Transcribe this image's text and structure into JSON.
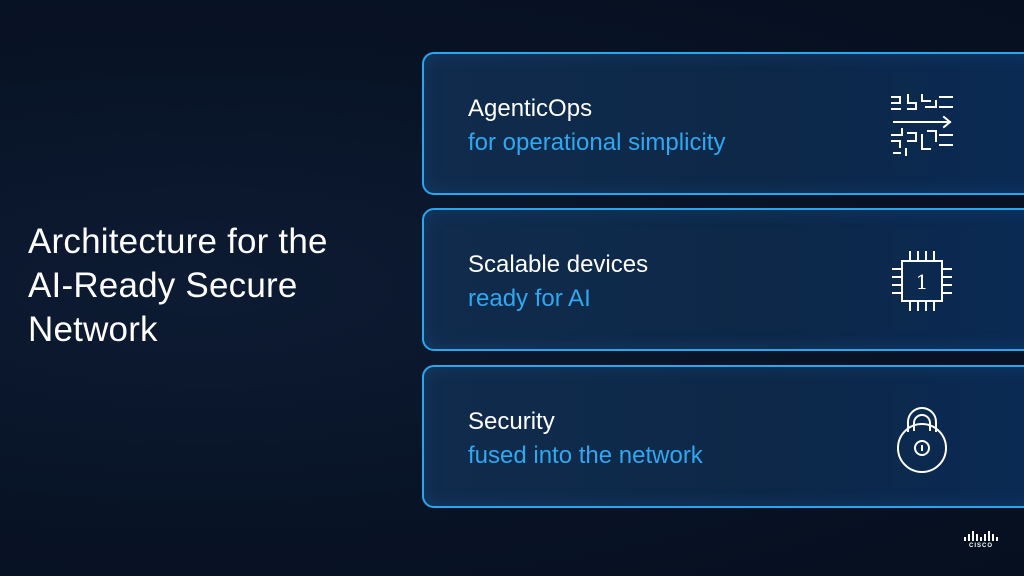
{
  "title_lines": [
    "Architecture for the",
    "AI-Ready Secure",
    "Network"
  ],
  "cards": [
    {
      "heading": "AgenticOps",
      "sub": "for operational simplicity",
      "icon": "circuit-paths-icon"
    },
    {
      "heading": "Scalable devices",
      "sub": "ready for AI",
      "icon": "chip-icon",
      "icon_label": "1"
    },
    {
      "heading": "Security",
      "sub": "fused into the network",
      "icon": "padlock-icon"
    }
  ],
  "logo": {
    "text": "CISCO",
    "icon": "cisco-logo-icon"
  },
  "colors": {
    "background": "#081326",
    "card_border": "#2aa6ee",
    "accent_text": "#2ea8f0",
    "text": "#ffffff"
  }
}
